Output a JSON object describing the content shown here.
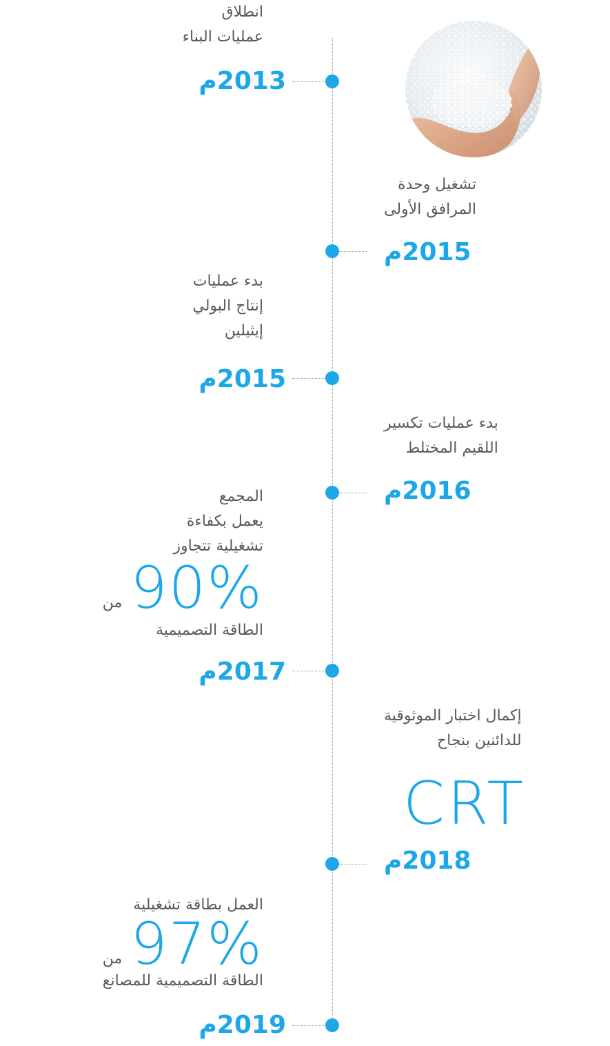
{
  "colors": {
    "accent": "#1ea7e8",
    "text": "#5a5a5a",
    "line": "#9a9a9a"
  },
  "milestones": [
    {
      "year": "2013م",
      "lines": [
        "انطلاق",
        "عمليات البناء"
      ]
    },
    {
      "year": "2015م",
      "lines": [
        "تشغيل وحدة",
        "المرافق الأولى"
      ],
      "image": "polymer-pellets-in-hands"
    },
    {
      "year": "2015م",
      "lines": [
        "بدء عمليات",
        "إنتاج البولي",
        "إيثيلين"
      ]
    },
    {
      "year": "2016م",
      "lines": [
        "بدء عمليات تكسير",
        "اللقيم المختلط"
      ]
    },
    {
      "year": "2017م",
      "lines": [
        "المجمع",
        "يعمل بكفاءة",
        "تشغيلية تتجاوز"
      ],
      "big_value": "90%",
      "min_label": "من",
      "after": "الطاقة التصميمية"
    },
    {
      "year": "2018م",
      "lines": [
        "إكمال اختبار الموثوقية",
        "للدائنين بنجاح"
      ],
      "big_value": "CRT"
    },
    {
      "year": "2019م",
      "lines": [
        "العمل بطاقة تشغيلية"
      ],
      "big_value": "97%",
      "min_label": "من",
      "after": "الطاقة التصميمية للمصانع"
    }
  ]
}
